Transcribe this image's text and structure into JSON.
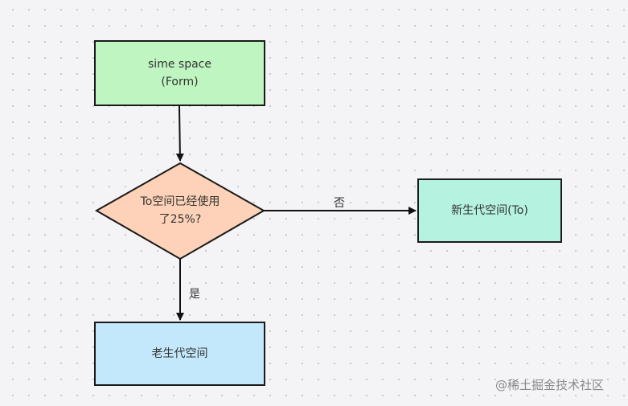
{
  "nodes": {
    "form": {
      "line1": "sime space",
      "line2": "(Form)",
      "color": "#bff5c1"
    },
    "decision": {
      "line1": "To空间已经使用",
      "line2": "了25%?",
      "color": "#fdd2b8"
    },
    "new_gen": {
      "label": "新生代空间(To)",
      "color": "#b5f2df"
    },
    "old_gen": {
      "label": "老生代空间",
      "color": "#c4e8fb"
    }
  },
  "edges": {
    "no_label": "否",
    "yes_label": "是"
  },
  "watermark": "@稀土掘金技术社区"
}
